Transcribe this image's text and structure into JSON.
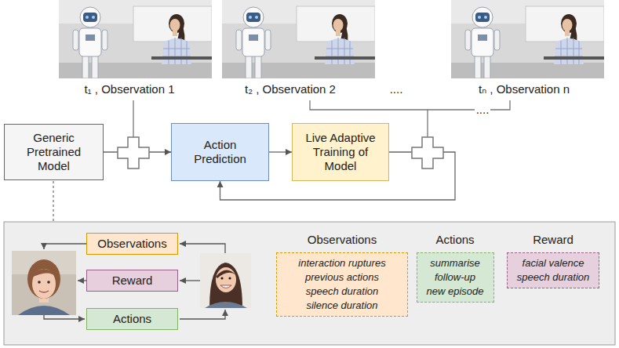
{
  "diagram": {
    "nodes": [
      {
        "text": [
          "Generic Pretrained Model"
        ]
      },
      {
        "text": [
          "Action Prediction"
        ]
      },
      {
        "text": [
          "Live Adaptive Training of Model"
        ]
      },
      {
        "text": [
          "Observations"
        ]
      },
      {
        "text": [
          "Reward"
        ]
      },
      {
        "text": [
          "Actions"
        ]
      },
      {
        "text": [
          "Observations",
          "interaction ruptures",
          "previous actions",
          "speech duration",
          "silence duration"
        ]
      },
      {
        "text": [
          "Actions",
          "summarise",
          "follow-up",
          "new episode"
        ]
      },
      {
        "text": [
          "Reward",
          "facial valence",
          "speech duration"
        ]
      }
    ],
    "edges": [
      {
        "from": 0,
        "to": 1,
        "arrow": "to"
      },
      {
        "from": 1,
        "to": 2,
        "arrow": "to"
      },
      {
        "from": 2,
        "to": 1,
        "arrow": "to"
      }
    ],
    "labels": [
      "t₁ , Observation 1",
      "t₂ , Observation 2",
      "....",
      "tₙ , Observation n",
      "...."
    ]
  }
}
